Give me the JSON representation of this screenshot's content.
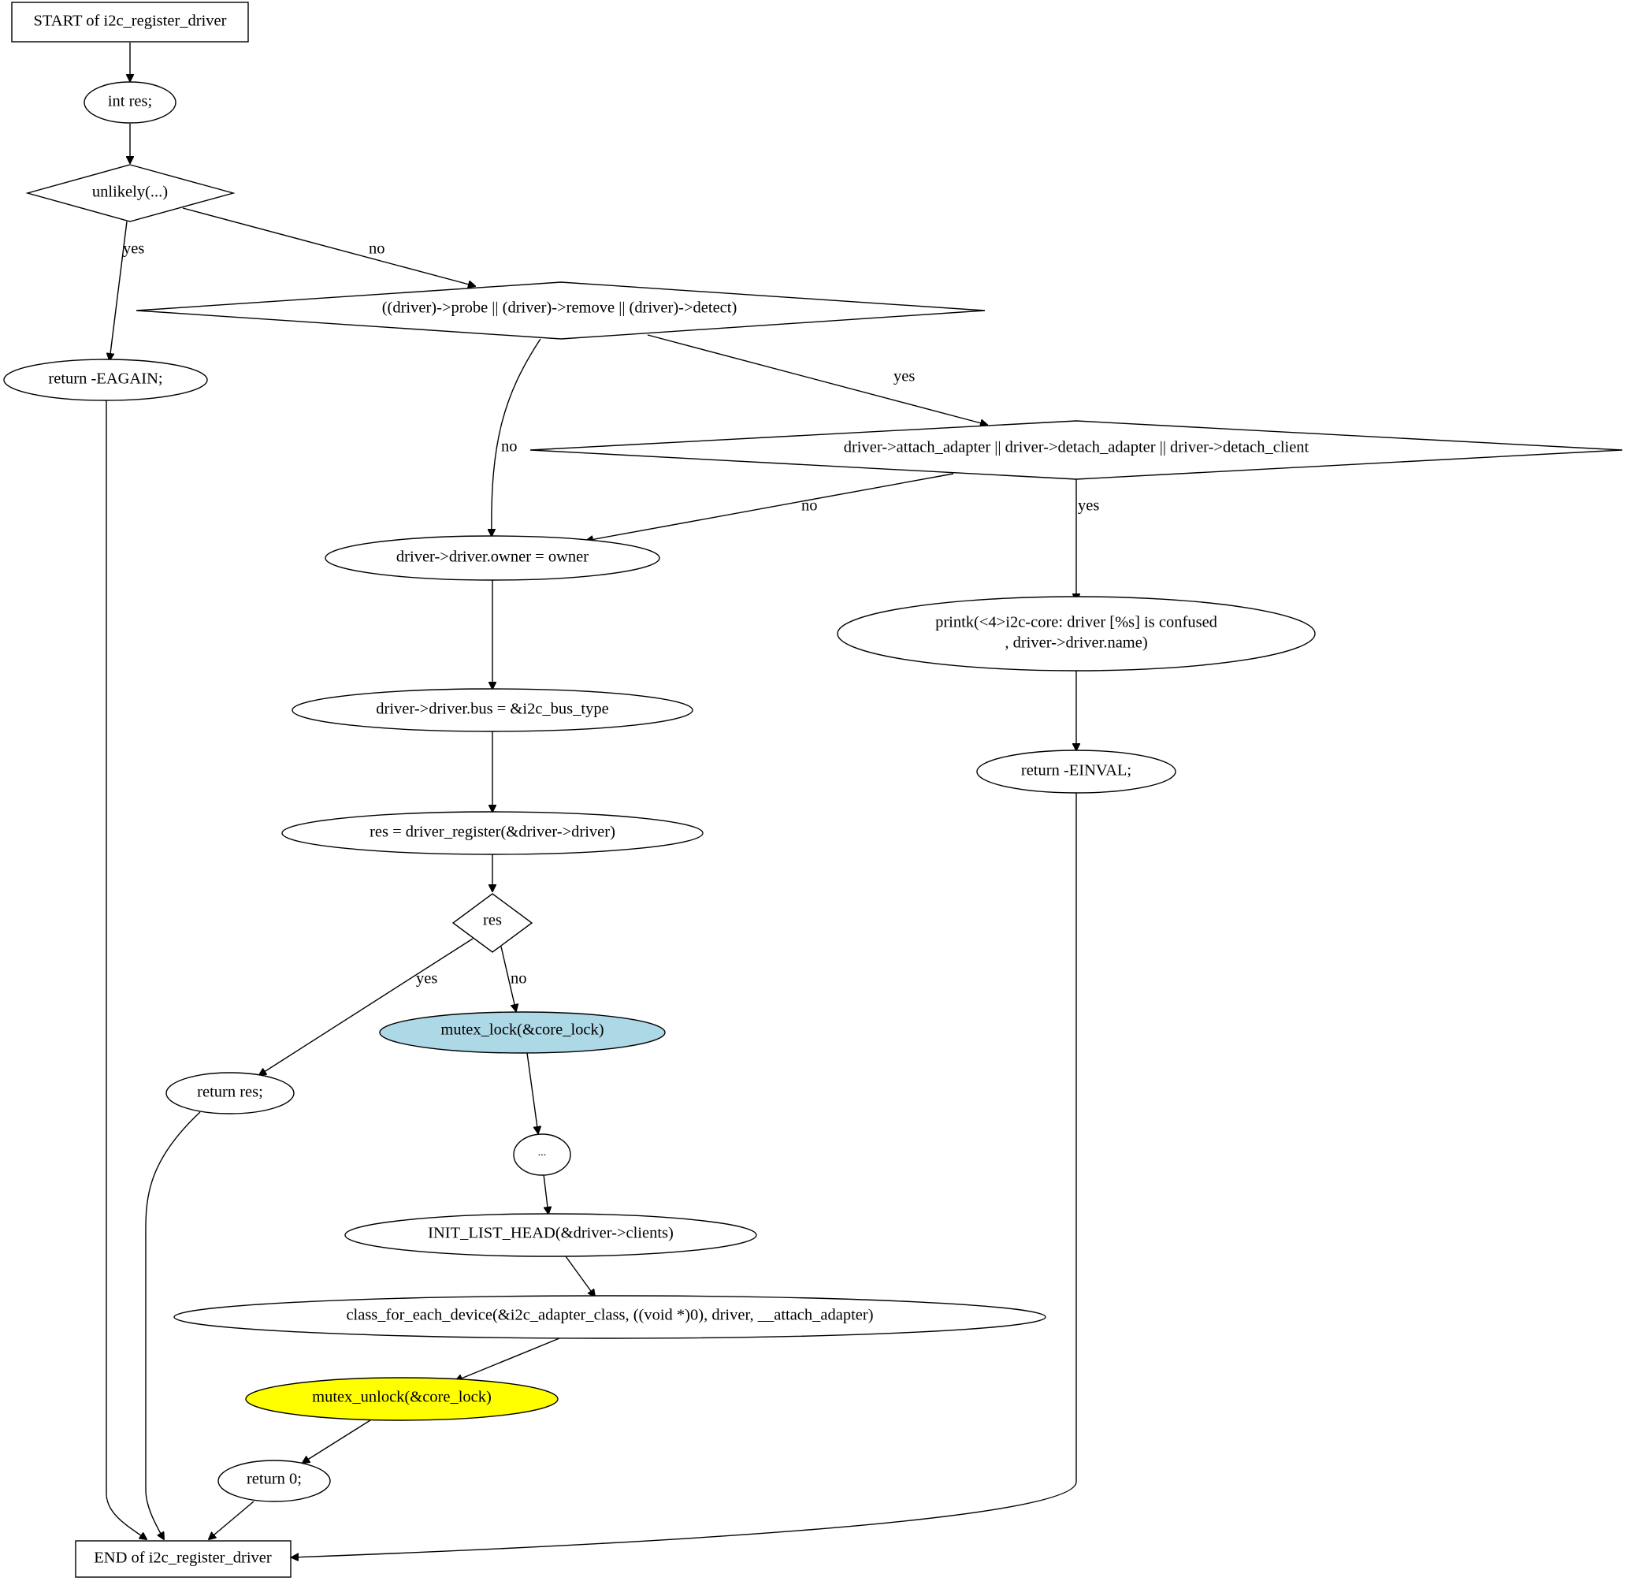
{
  "diagram": {
    "colors": {
      "background": "#ffffff",
      "stroke": "#000000",
      "mutex_lock_fill": "#add8e6",
      "mutex_unlock_fill": "#ffff00"
    },
    "nodes": {
      "start": "START of i2c_register_driver",
      "int_res": "int res;",
      "unlikely": "unlikely(...)",
      "return_eagain": "return -EAGAIN;",
      "probe_check": "((driver)->probe || (driver)->remove || (driver)->detect)",
      "attach_check": "driver->attach_adapter || driver->detach_adapter || driver->detach_client",
      "owner": "driver->driver.owner = owner",
      "printk_line1": "printk(<4>i2c-core: driver [%s] is confused",
      "printk_line2": ", driver->driver.name)",
      "bus": "driver->driver.bus = &i2c_bus_type",
      "return_einval": "return -EINVAL;",
      "register": "res = driver_register(&driver->driver)",
      "res_check": "res",
      "mutex_lock": "mutex_lock(&core_lock)",
      "return_res": "return res;",
      "ellipsis": "...",
      "init_list": "INIT_LIST_HEAD(&driver->clients)",
      "class_for_each": "class_for_each_device(&i2c_adapter_class, ((void *)0), driver, __attach_adapter)",
      "mutex_unlock": "mutex_unlock(&core_lock)",
      "return_0": "return 0;",
      "end": "END of i2c_register_driver"
    },
    "edge_labels": {
      "unlikely_yes": "yes",
      "unlikely_no": "no",
      "probe_no": "no",
      "probe_yes": "yes",
      "attach_no": "no",
      "attach_yes": "yes",
      "res_yes": "yes",
      "res_no": "no"
    }
  }
}
